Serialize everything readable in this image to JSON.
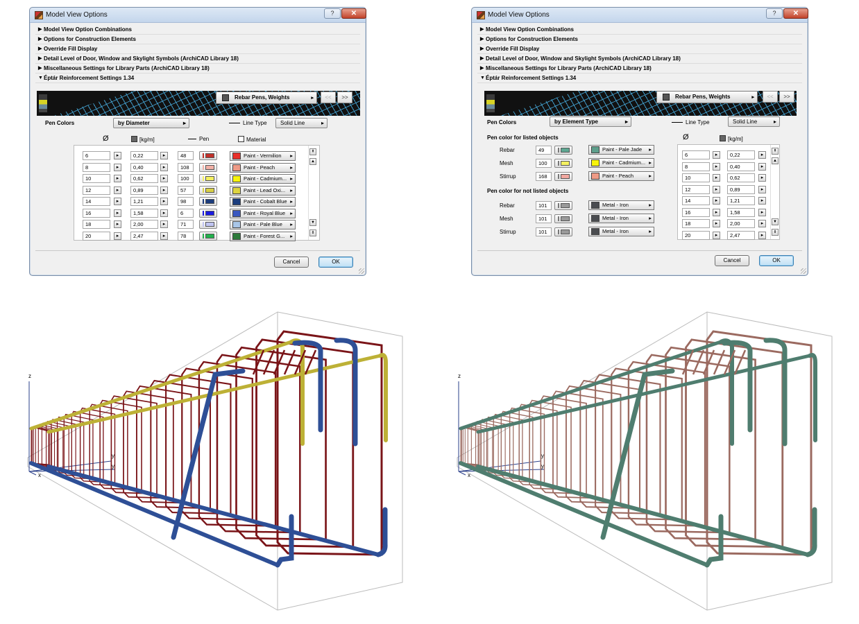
{
  "window_title": "Model View Options",
  "help_glyph": "?",
  "close_glyph": "✕",
  "tree_items": [
    "Model View Option Combinations",
    "Options for Construction Elements",
    "Override Fill Display",
    "Detail Level of Door, Window and Skylight Symbols (ArchiCAD Library 18)",
    "Miscellaneous Settings for Library Parts (ArchiCAD Library 18)",
    "Éptár Reinforcement Settings 1.34"
  ],
  "page_selector": "Rebar Pens, Weights",
  "prev_label": "<<",
  "next_label": ">>",
  "pen_colors_label": "Pen Colors",
  "line_type_label": "Line Type",
  "line_type_value": "Solid Line",
  "cancel_label": "Cancel",
  "ok_label": "OK",
  "left_dialog": {
    "mode": "by Diameter",
    "headers": {
      "diameter": "Ø",
      "weight": "[kg/m]",
      "pen": "Pen",
      "material": "Material"
    },
    "rows": [
      {
        "d": "6",
        "w": "0,22",
        "pen": "48",
        "pen_color": "#c0302a",
        "mat": "Paint - Vermilion",
        "mat_color": "#e8302a"
      },
      {
        "d": "8",
        "w": "0,40",
        "pen": "108",
        "pen_color": "#f2b0a6",
        "mat": "Paint - Peach",
        "mat_color": "#ee9a86"
      },
      {
        "d": "10",
        "w": "0,62",
        "pen": "100",
        "pen_color": "#f4f060",
        "mat": "Paint - Cadmium...",
        "mat_color": "#f7f40c"
      },
      {
        "d": "12",
        "w": "0,89",
        "pen": "57",
        "pen_color": "#d8cf47",
        "mat": "Paint - Lead Oxi...",
        "mat_color": "#ddd440"
      },
      {
        "d": "14",
        "w": "1,21",
        "pen": "98",
        "pen_color": "#1c3c7c",
        "mat": "Paint - Cobalt Blue",
        "mat_color": "#1c3e7e"
      },
      {
        "d": "16",
        "w": "1,58",
        "pen": "6",
        "pen_color": "#1a1ae0",
        "mat": "Paint - Royal Blue",
        "mat_color": "#3a58c0"
      },
      {
        "d": "18",
        "w": "2,00",
        "pen": "71",
        "pen_color": "#c0c4f2",
        "mat": "Paint - Pale Blue",
        "mat_color": "#a9c6e8"
      },
      {
        "d": "20",
        "w": "2,47",
        "pen": "78",
        "pen_color": "#22b04c",
        "mat": "Paint - Forest G...",
        "mat_color": "#2c7a3a"
      }
    ]
  },
  "right_dialog": {
    "mode": "by Element Type",
    "listed_label": "Pen color for listed objects",
    "not_listed_label": "Pen color for not listed objects",
    "diameter_header": "Ø",
    "weight_header": "[kg/m]",
    "listed": [
      {
        "name": "Rebar",
        "pen": "49",
        "pen_color": "#5fa792",
        "mat": "Paint - Pale Jade",
        "mat_color": "#5e9f8c"
      },
      {
        "name": "Mesh",
        "pen": "100",
        "pen_color": "#f4f060",
        "mat": "Paint - Cadmium...",
        "mat_color": "#f7f40c"
      },
      {
        "name": "Stirrup",
        "pen": "168",
        "pen_color": "#f2a8a0",
        "mat": "Paint - Peach",
        "mat_color": "#ee9a86"
      }
    ],
    "not_listed": [
      {
        "name": "Rebar",
        "pen": "101",
        "pen_color": "#9a9a9a",
        "mat": "Metal - Iron",
        "mat_color": "#4a4c50"
      },
      {
        "name": "Mesh",
        "pen": "101",
        "pen_color": "#9a9a9a",
        "mat": "Metal - Iron",
        "mat_color": "#4a4c50"
      },
      {
        "name": "Stirrup",
        "pen": "101",
        "pen_color": "#9a9a9a",
        "mat": "Metal - Iron",
        "mat_color": "#4a4c50"
      }
    ],
    "rows": [
      {
        "d": "6",
        "w": "0,22"
      },
      {
        "d": "8",
        "w": "0,40"
      },
      {
        "d": "10",
        "w": "0,62"
      },
      {
        "d": "12",
        "w": "0,89"
      },
      {
        "d": "14",
        "w": "1,21"
      },
      {
        "d": "16",
        "w": "1,58"
      },
      {
        "d": "18",
        "w": "2,00"
      },
      {
        "d": "20",
        "w": "2,47"
      }
    ]
  },
  "axes": {
    "z": "z",
    "y": "y",
    "x": "x"
  },
  "view_left_colors": {
    "stirrup": "#7a1418",
    "bottom": "#2e4f96",
    "top": "#bdb136"
  },
  "view_right_colors": {
    "stirrup": "#9b6a60",
    "bar": "#4f7d6f"
  }
}
